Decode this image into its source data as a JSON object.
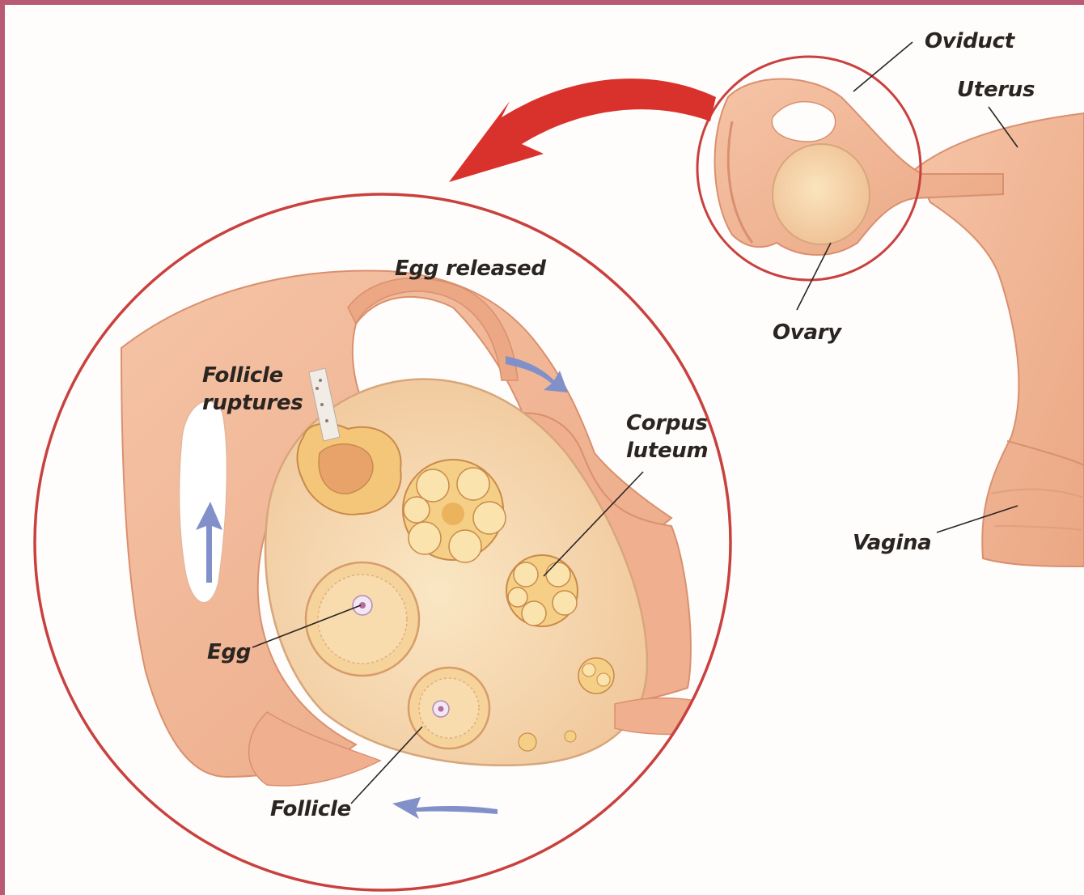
{
  "labels": {
    "oviduct": "Oviduct",
    "uterus": "Uterus",
    "ovary": "Ovary",
    "vagina": "Vagina",
    "egg_released": "Egg released",
    "follicle_ruptures_line1": "Follicle",
    "follicle_ruptures_line2": "ruptures",
    "corpus_luteum_line1": "Corpus",
    "corpus_luteum_line2": "luteum",
    "egg": "Egg",
    "follicle": "Follicle"
  },
  "colors": {
    "circle_outline": "#c9413f",
    "zoom_arrow": "#d9312b",
    "flow_arrow": "#8190c8",
    "tissue": "#f2b796",
    "tissue_dark": "#d98d6f",
    "ovary_fill": "#f7d6ae",
    "follicle_fill": "#f3c67a",
    "frame_border": "#b95a72"
  },
  "icons": {
    "zoom_arrow": "curved-arrow-icon",
    "flow_arrows": "flow-arrow-icon"
  }
}
